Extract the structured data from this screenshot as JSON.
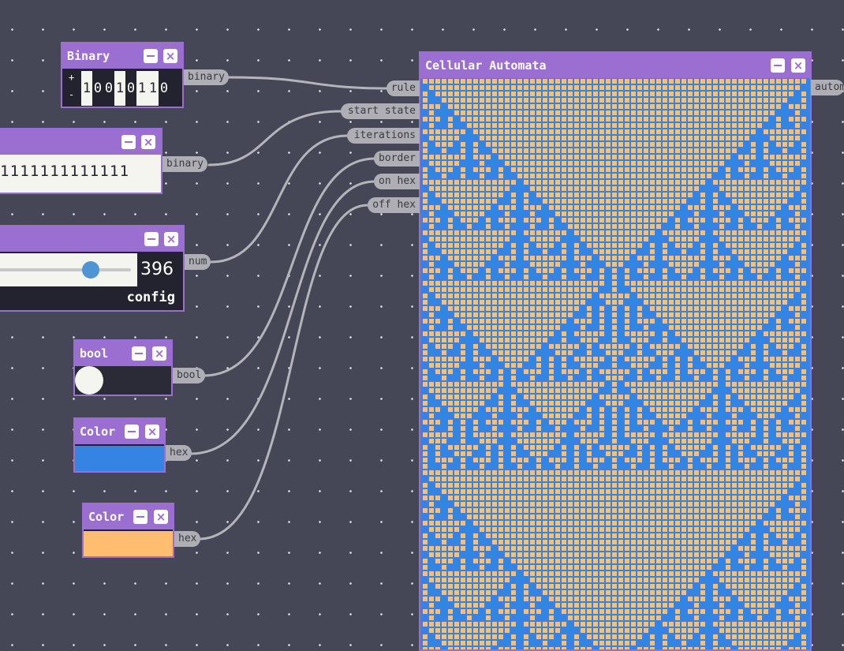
{
  "binary_node": {
    "title": "Binary",
    "plus_label": "+",
    "minus_label": "-",
    "bits": [
      "1",
      "0",
      "0",
      "1",
      "0",
      "1",
      "1",
      "0"
    ],
    "output_port": "binary"
  },
  "binary_long_node": {
    "bits_text": "1111111111111",
    "output_port": "binary"
  },
  "slider_node": {
    "value": "396",
    "slider_fraction": 0.72,
    "footer_label": "config",
    "output_port": "num"
  },
  "bool_node": {
    "title": "bool",
    "output_port": "bool"
  },
  "color_node_1": {
    "title": "Color",
    "hex_value": "#3584e4",
    "output_port": "hex"
  },
  "color_node_2": {
    "title": "Color",
    "hex_value": "#ffbe6f",
    "output_port": "hex"
  },
  "automata_node": {
    "title": "Cellular Automata",
    "input_ports": [
      "rule",
      "start state",
      "iterations",
      "border",
      "on hex",
      "off hex"
    ],
    "output_port": "autom",
    "rule": 150,
    "on_color": "#ffbe6f",
    "off_color": "#3584e4"
  },
  "icons": {
    "minimize": "minimize-icon",
    "close": "close-icon"
  }
}
